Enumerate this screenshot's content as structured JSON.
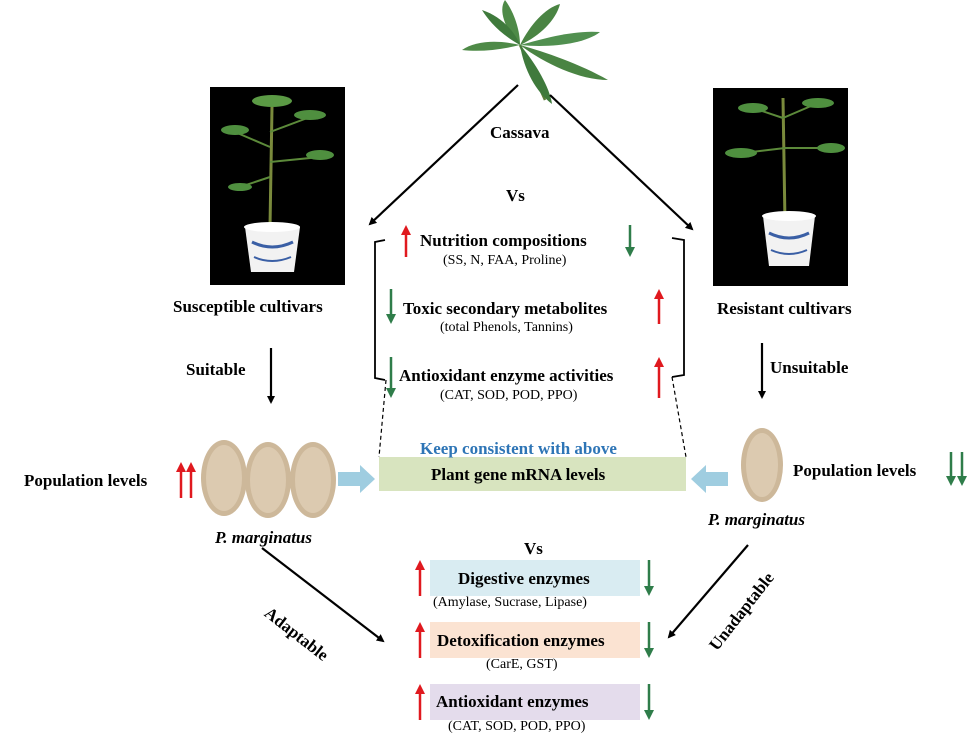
{
  "top": {
    "crop": "Cassava",
    "vs": "Vs"
  },
  "left": {
    "cultivar": "Susceptible cultivars",
    "suitability": "Suitable",
    "population": "Population levels",
    "insect": "P. marginatus",
    "adaptability": "Adaptable"
  },
  "right": {
    "cultivar": "Resistant cultivars",
    "suitability": "Unsuitable",
    "population": "Population levels",
    "insect": "P. marginatus",
    "adaptability": "Unadaptable"
  },
  "plant_traits": [
    {
      "title": "Nutrition compositions",
      "detail": "(SS, N, FAA, Proline)",
      "susceptible": "up",
      "resistant": "down"
    },
    {
      "title": "Toxic secondary metabolites",
      "detail": "(total Phenols, Tannins)",
      "susceptible": "down",
      "resistant": "up"
    },
    {
      "title": "Antioxidant enzyme activities",
      "detail": "(CAT, SOD, POD, PPO)",
      "susceptible": "down",
      "resistant": "up"
    }
  ],
  "gene": {
    "note": "Keep consistent with above",
    "label": "Plant gene mRNA levels"
  },
  "insect_vs": "Vs",
  "enzymes": [
    {
      "title": "Digestive enzymes",
      "detail": "(Amylase, Sucrase, Lipase)",
      "fill": "#d9ecf2"
    },
    {
      "title": "Detoxification enzymes",
      "detail": "(CarE, GST)",
      "fill": "#fbe3d2"
    },
    {
      "title": "Antioxidant enzymes",
      "detail": "(CAT, SOD, POD, PPO)",
      "fill": "#e4dcec"
    }
  ],
  "colors": {
    "up": "#e0191f",
    "down": "#2f7d4a",
    "gene_fill": "#d8e4bf",
    "gene_note": "#2e75b6",
    "flow_arrow": "#9fcde0"
  }
}
